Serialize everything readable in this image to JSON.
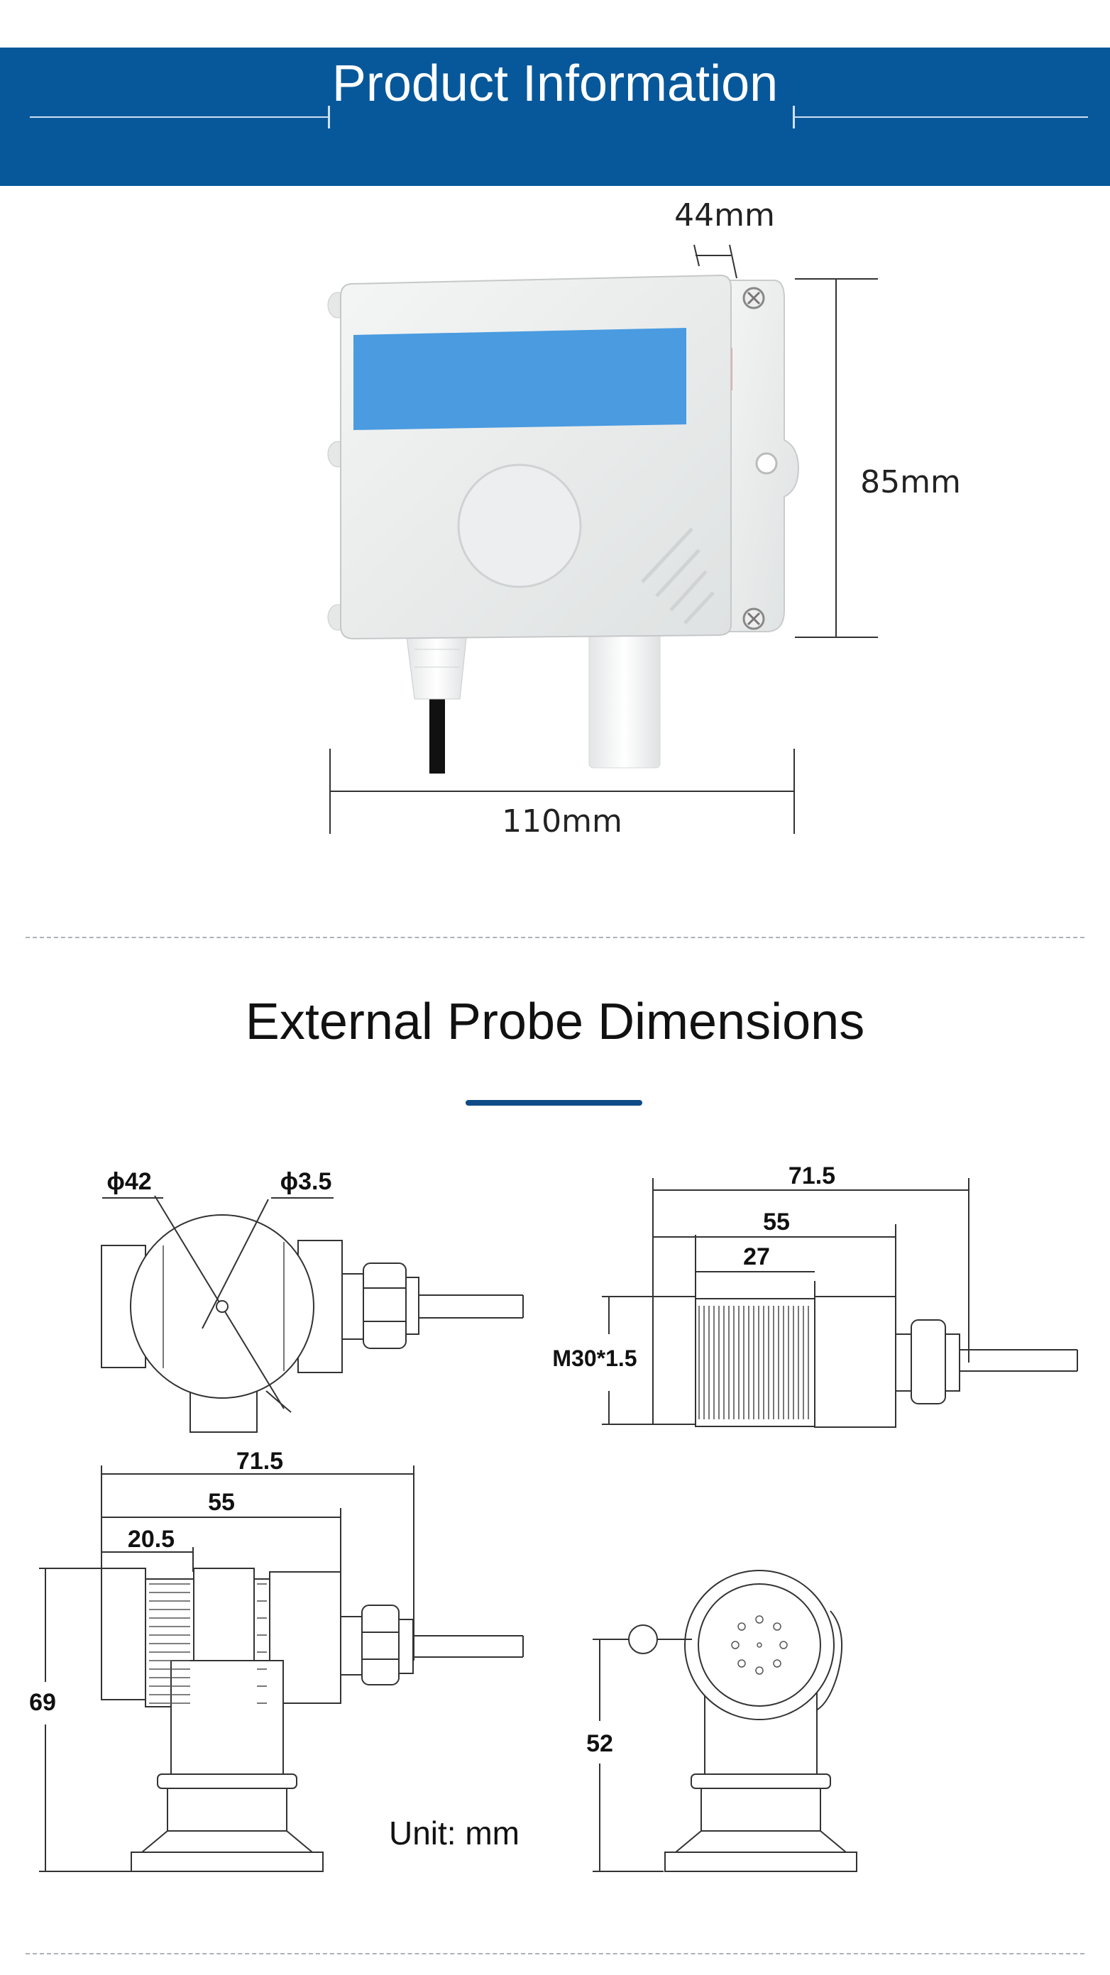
{
  "banner": {
    "title": "Product Information"
  },
  "product_dimensions": {
    "depth": "44mm",
    "height": "85mm",
    "width": "110mm"
  },
  "probe_section": {
    "title": "External Probe Dimensions",
    "unit_label": "Unit: mm",
    "front_view": {
      "outer_diameter": "ϕ42",
      "hole_diameter": "ϕ3.5"
    },
    "side_view": {
      "overall_length": "71.5",
      "body_length": "55",
      "thread_length": "27",
      "thread_spec": "M30*1.5"
    },
    "mount_side_view": {
      "overall_length": "71.5",
      "body_length": "55",
      "thread_length": "20.5",
      "height": "69"
    },
    "mount_front_view": {
      "height": "52"
    }
  },
  "colors": {
    "banner": "#07589a",
    "title_rule": "#0d4c86",
    "label_window": "#4a9be0"
  }
}
